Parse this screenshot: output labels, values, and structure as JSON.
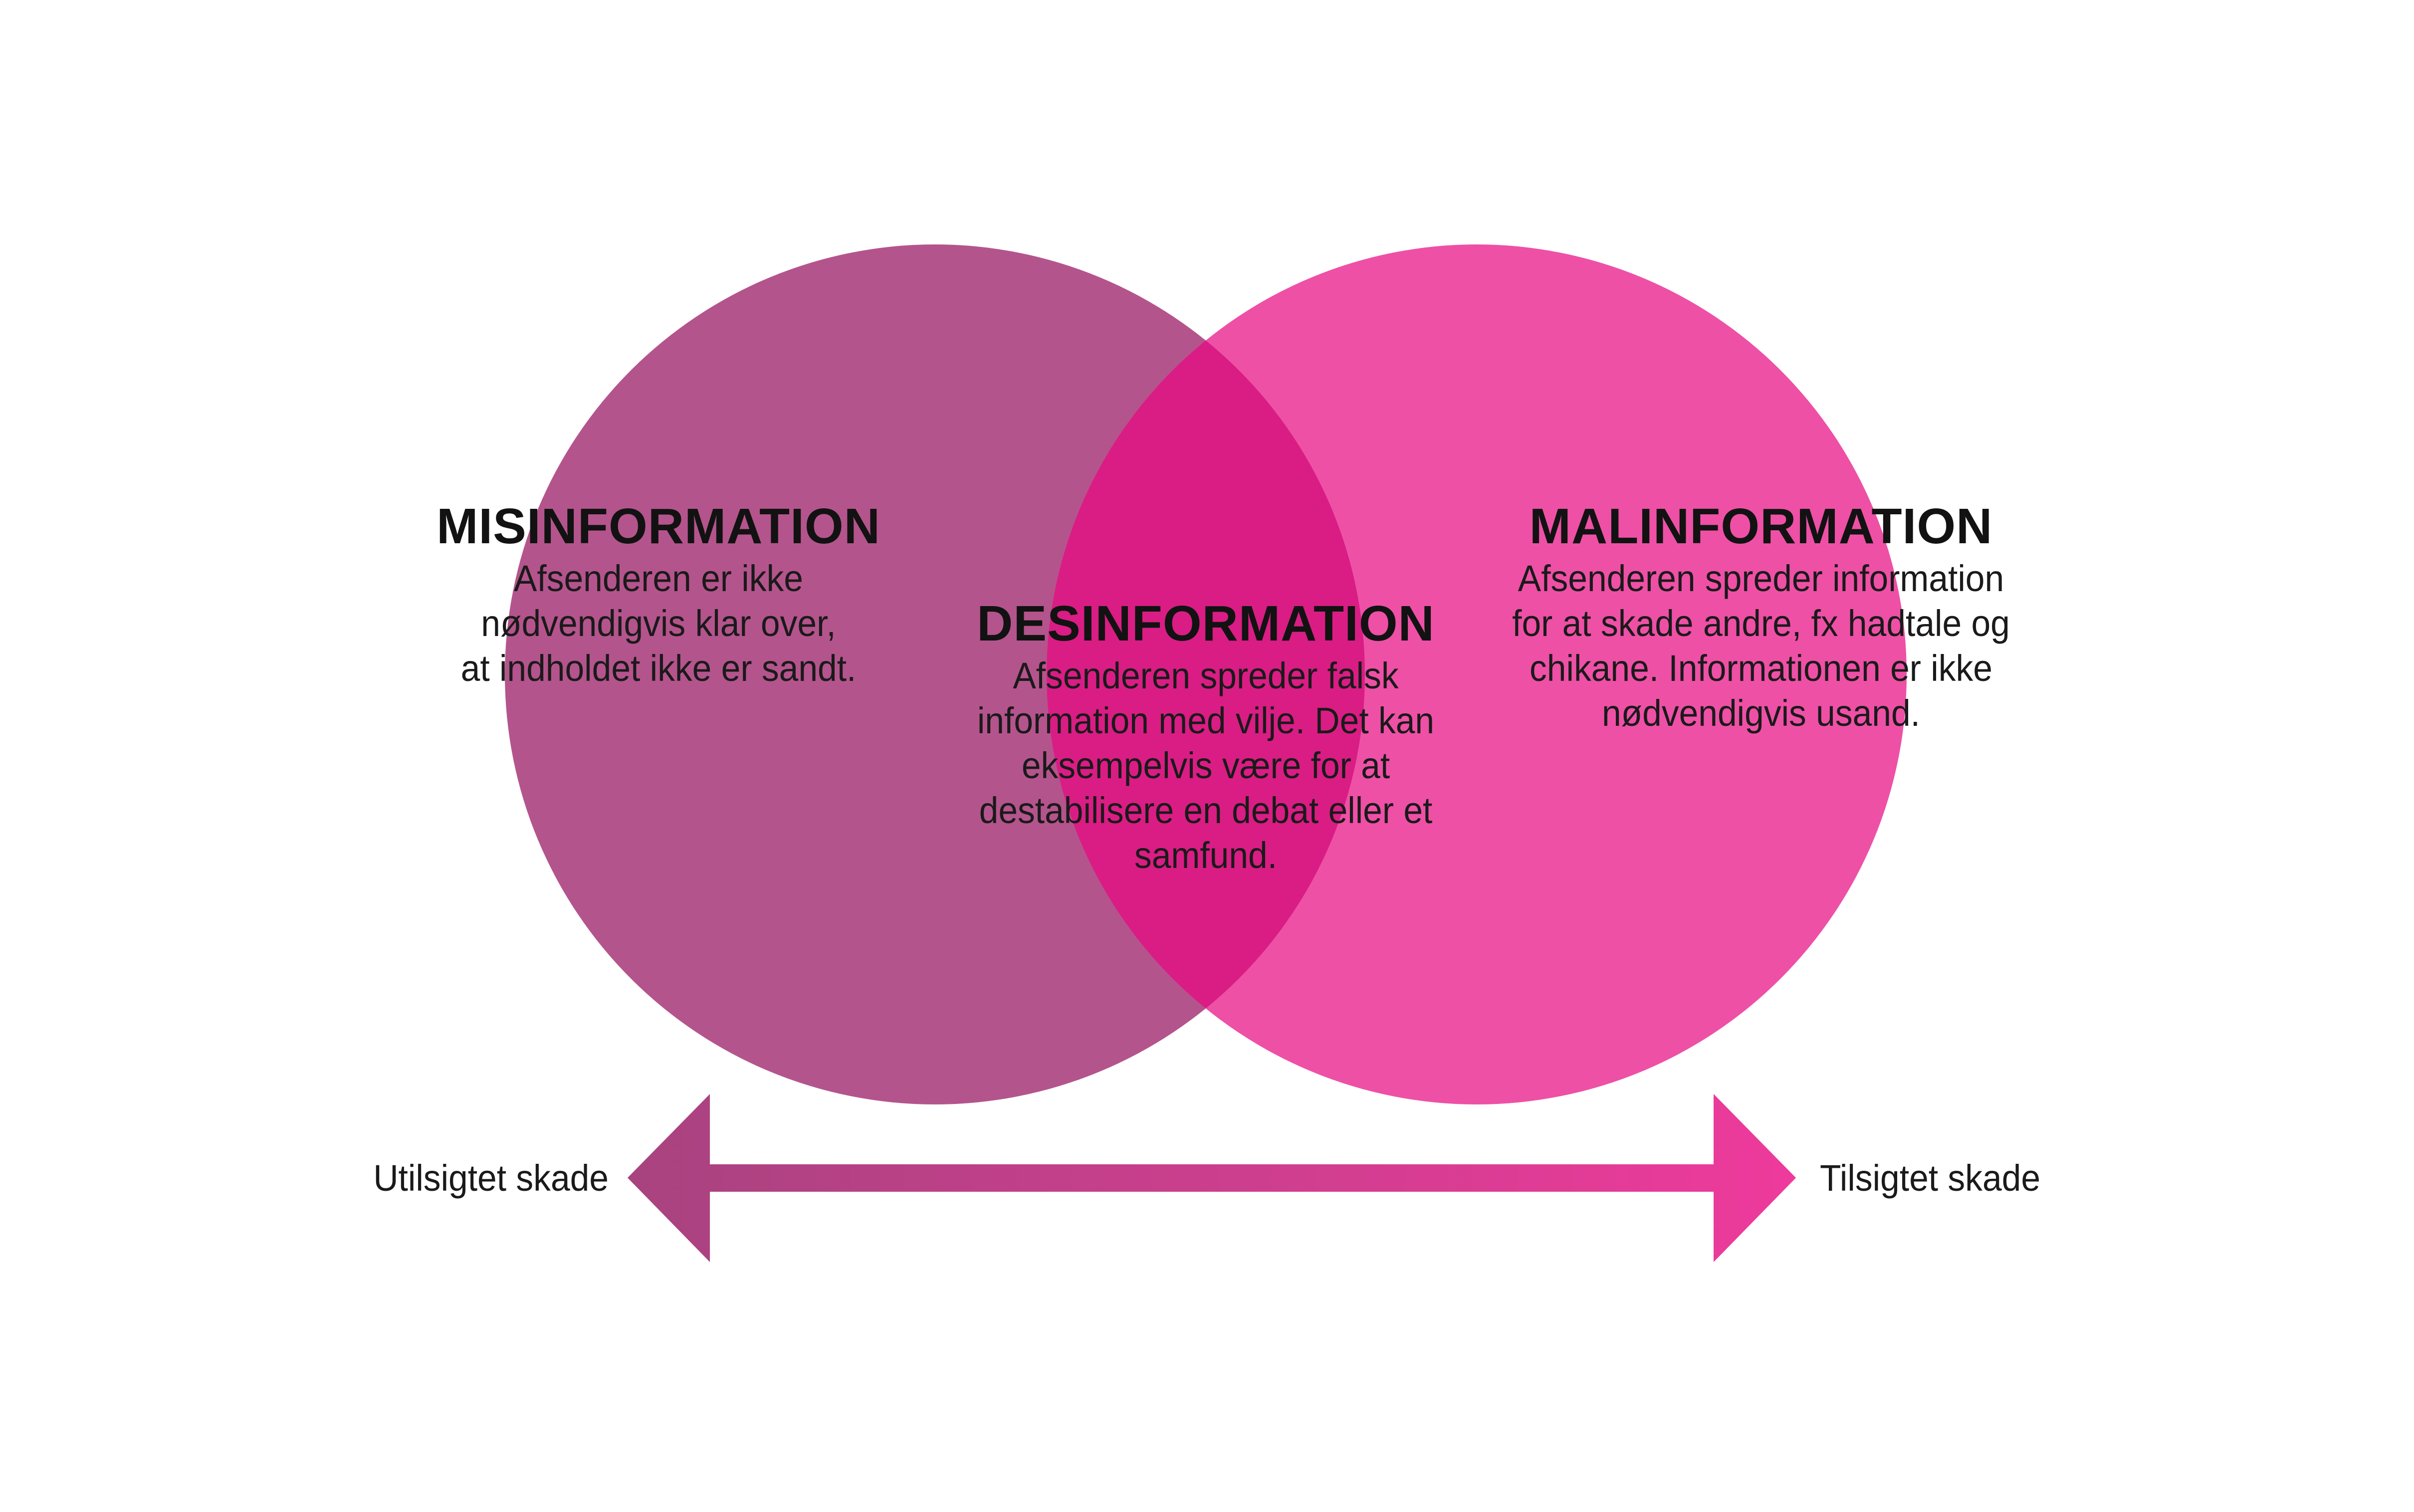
{
  "venn": {
    "background_color": "#ffffff",
    "text_color": "#121212",
    "mis": {
      "title": "MISINFORMATION",
      "lines": [
        "Afsenderen er ikke",
        "nødvendigvis klar over,",
        "at indholdet ikke er sandt."
      ],
      "color": "#b4548c"
    },
    "des": {
      "title": "DESINFORMATION",
      "lines": [
        "Afsenderen spreder falsk",
        "information med vilje. Det kan",
        "eksempelvis være for at",
        "destabilisere en debat eller et",
        "samfund."
      ],
      "color": "#d91d84"
    },
    "mal": {
      "title": "MALINFORMATION",
      "lines": [
        "Afsenderen spreder information",
        "for at skade andre, fx hadtale og",
        "chikane. Informationen er ikke",
        "nødvendigvis usand."
      ],
      "color": "#ee50a6"
    },
    "axis": {
      "left_label": "Utilsigtet skade",
      "right_label": "Tilsigtet skade",
      "gradient_start": "#a8437f",
      "gradient_end": "#ee3a9c"
    }
  }
}
